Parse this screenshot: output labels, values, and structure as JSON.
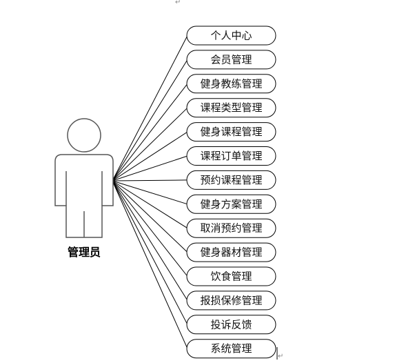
{
  "actor": {
    "name": "管理员"
  },
  "use_cases": [
    "个人中心",
    "会员管理",
    "健身教练管理",
    "课程类型管理",
    "健身课程管理",
    "课程订单管理",
    "预约课程管理",
    "健身方案管理",
    "取消预约管理",
    "健身器材管理",
    "饮食管理",
    "报损保修管理",
    "投诉反馈",
    "系统管理"
  ],
  "paragraph_mark": "↵",
  "colors": {
    "stroke": "#000000",
    "actor_stroke": "#555555",
    "actor_fill": "#ffffff",
    "oval_fill": "#ffffff"
  }
}
